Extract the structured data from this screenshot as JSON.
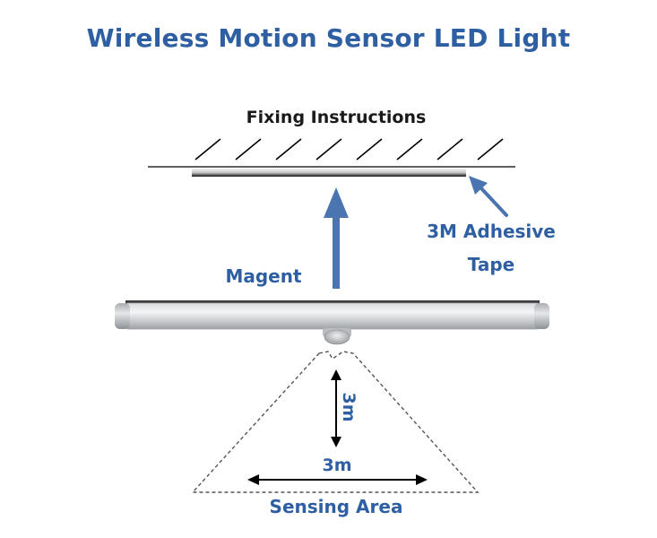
{
  "title": "Wireless Motion Sensor LED Light",
  "subtitle": "Fixing Instructions",
  "labels": {
    "adhesive_line1": "3M Adhesive",
    "adhesive_line2": "Tape",
    "magnet": "Magent",
    "vertical_range": "3m",
    "horizontal_range": "3m",
    "sensing_area": "Sensing Area"
  },
  "colors": {
    "title": "#2e5fa3",
    "arrow": "#4a75b0",
    "subtitle": "#1a1a1a"
  }
}
